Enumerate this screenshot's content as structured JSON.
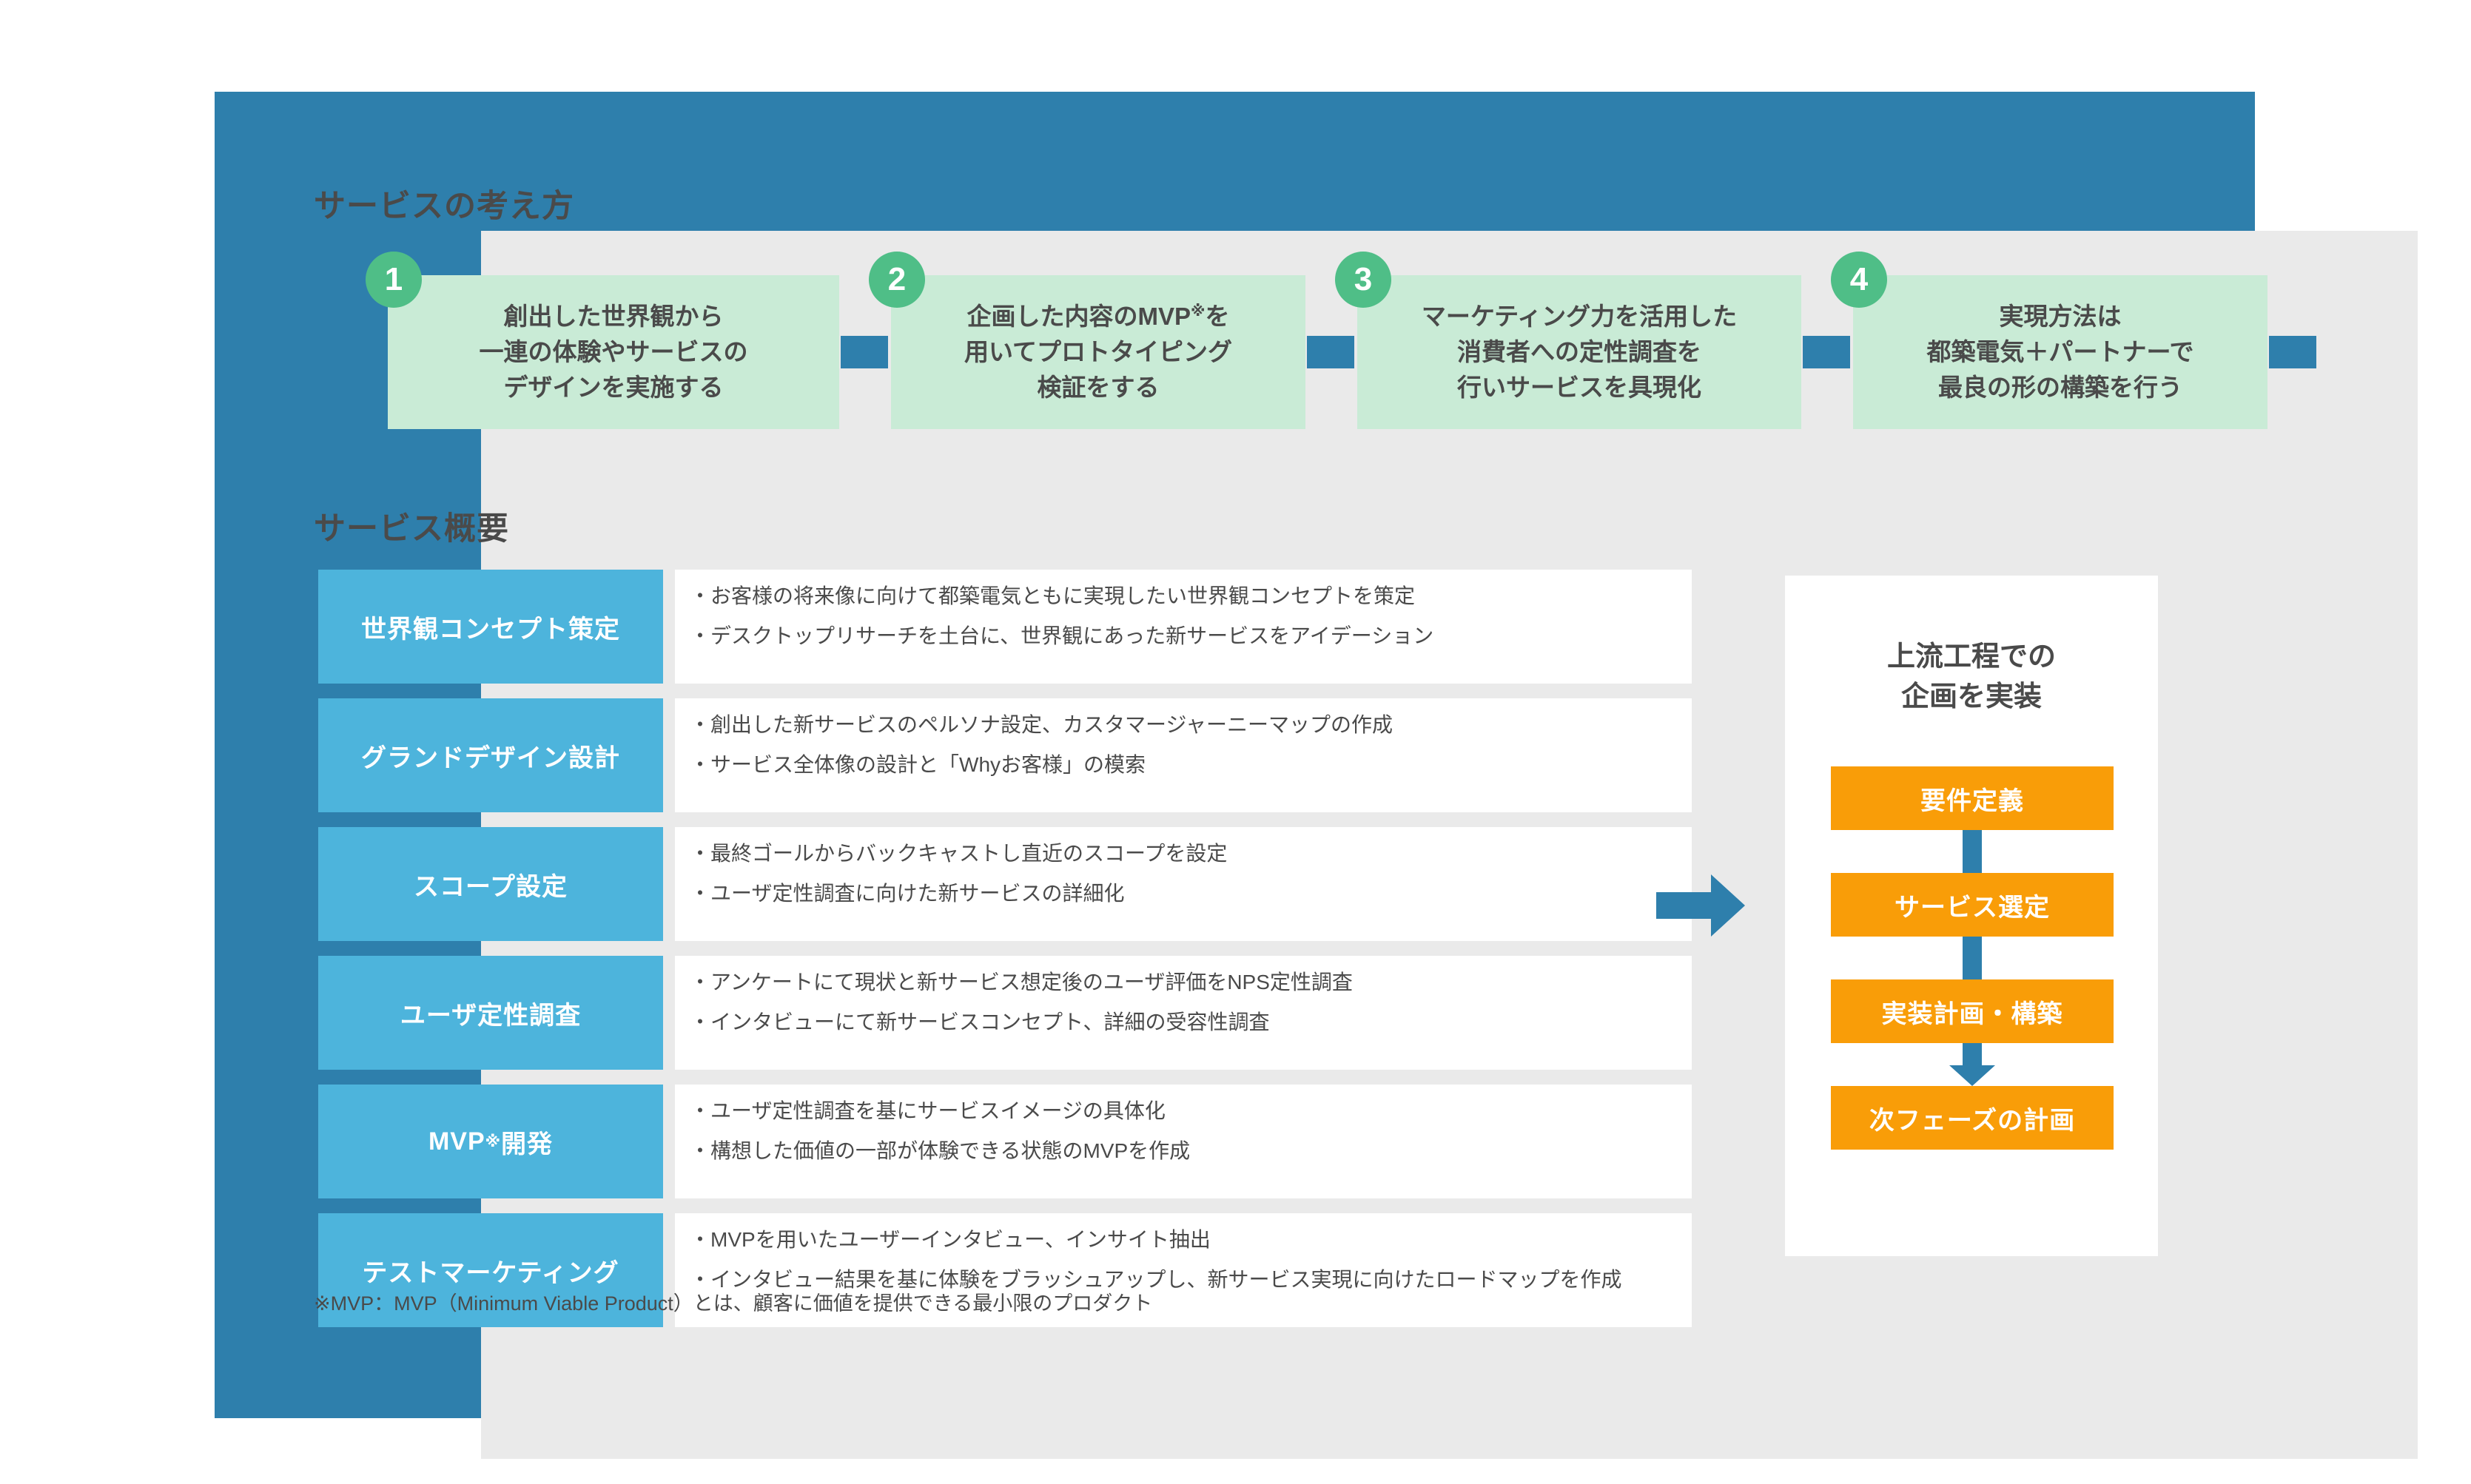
{
  "frame": {
    "border_color": "#2E7FAC",
    "panel_bg": "#EAEAEA"
  },
  "sections": {
    "concept_title": "サービスの考え方",
    "overview_title": "サービス概要"
  },
  "steps": [
    {
      "number": "1",
      "text": "創出した世界観から\n一連の体験やサービスの\nデザインを実施する",
      "has_sup": false
    },
    {
      "number": "2",
      "text_a": "企画した内容のMVP",
      "sup": "※",
      "text_b": "を\n用いてプロトタイピング\n検証をする",
      "has_sup": true
    },
    {
      "number": "3",
      "text": "マーケティング力を活用した\n消費者への定性調査を\n行いサービスを具現化",
      "has_sup": false
    },
    {
      "number": "4",
      "text": "実現方法は\n都築電気＋パートナーで\n最良の形の構築を行う",
      "has_sup": false
    }
  ],
  "step_colors": {
    "box": "#C9EBD6",
    "badge": "#4FBE87",
    "connector": "#2E7FAC"
  },
  "overview_rows": [
    {
      "label": "世界観コンセプト策定",
      "bullets": [
        "お客様の将来像に向けて都築電気ともに実現したい世界観コンセプトを策定",
        "デスクトップリサーチを土台に、世界観にあった新サービスをアイデーション"
      ]
    },
    {
      "label": "グランドデザイン設計",
      "bullets": [
        "創出した新サービスのペルソナ設定、カスタマージャーニーマップの作成",
        "サービス全体像の設計と「Whyお客様」の模索"
      ]
    },
    {
      "label": "スコープ設定",
      "bullets": [
        "最終ゴールからバックキャストし直近のスコープを設定",
        "ユーザ定性調査に向けた新サービスの詳細化"
      ]
    },
    {
      "label": "ユーザ定性調査",
      "bullets": [
        "アンケートにて現状と新サービス想定後のユーザ評価をNPS定性調査",
        "インタビューにて新サービスコンセプト、詳細の受容性調査"
      ]
    },
    {
      "label_a": "MVP",
      "label_sup": "※",
      "label_b": "開発",
      "label": "MVP※開発",
      "bullets": [
        "ユーザ定性調査を基にサービスイメージの具体化",
        "構想した価値の一部が体験できる状態のMVPを作成"
      ]
    },
    {
      "label": "テストマーケティング",
      "bullets": [
        "MVPを用いたユーザーインタビュー、インサイト抽出",
        "インタビュー結果を基に体験をブラッシュアップし、新サービス実現に向けたロードマップを作成"
      ]
    }
  ],
  "row_colors": {
    "label_bg": "#4DB4DC",
    "desc_bg": "#FFFFFF"
  },
  "footnote": "※MVP：MVP（Minimum Viable Product）とは、顧客に価値を提供できる最小限のプロダクト",
  "right_panel": {
    "heading": "上流工程での\n企画を実装",
    "card_bg": "#FFFFFF",
    "box_color": "#F99D08",
    "connector_color": "#2E7FAC",
    "boxes": [
      {
        "label": "要件定義"
      },
      {
        "label": "サービス選定"
      },
      {
        "label": "実装計画・構築"
      },
      {
        "label": "次フェーズの計画"
      }
    ]
  }
}
